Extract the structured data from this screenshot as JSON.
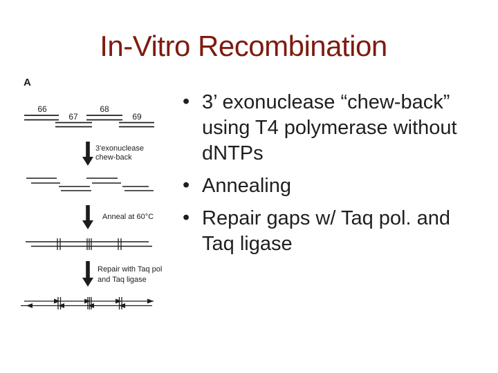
{
  "slide": {
    "title": "In-Vitro Recombination"
  },
  "colors": {
    "background": "#ffffff",
    "title_text": "#7e1b10",
    "body_text": "#1f1f1f",
    "diagram_ink": "#1c1c1c"
  },
  "bullets": {
    "marker": "•",
    "items": [
      {
        "lines": [
          "3’ exonuclease “chew-back”",
          "using T4 polymerase without",
          "dNTPs"
        ]
      },
      {
        "lines": [
          "Annealing"
        ]
      },
      {
        "lines": [
          "Repair gaps w/ Taq pol. and",
          "Taq ligase"
        ]
      }
    ]
  },
  "diagram": {
    "panel_label": "A",
    "fragment_labels": [
      "66",
      "67",
      "68",
      "69"
    ],
    "steps": [
      {
        "lines": [
          "3'exonuclease",
          "chew-back"
        ]
      },
      {
        "lines": [
          "Anneal at 60°C"
        ]
      },
      {
        "lines": [
          "Repair with Taq pol",
          "and Taq ligase"
        ]
      }
    ]
  }
}
